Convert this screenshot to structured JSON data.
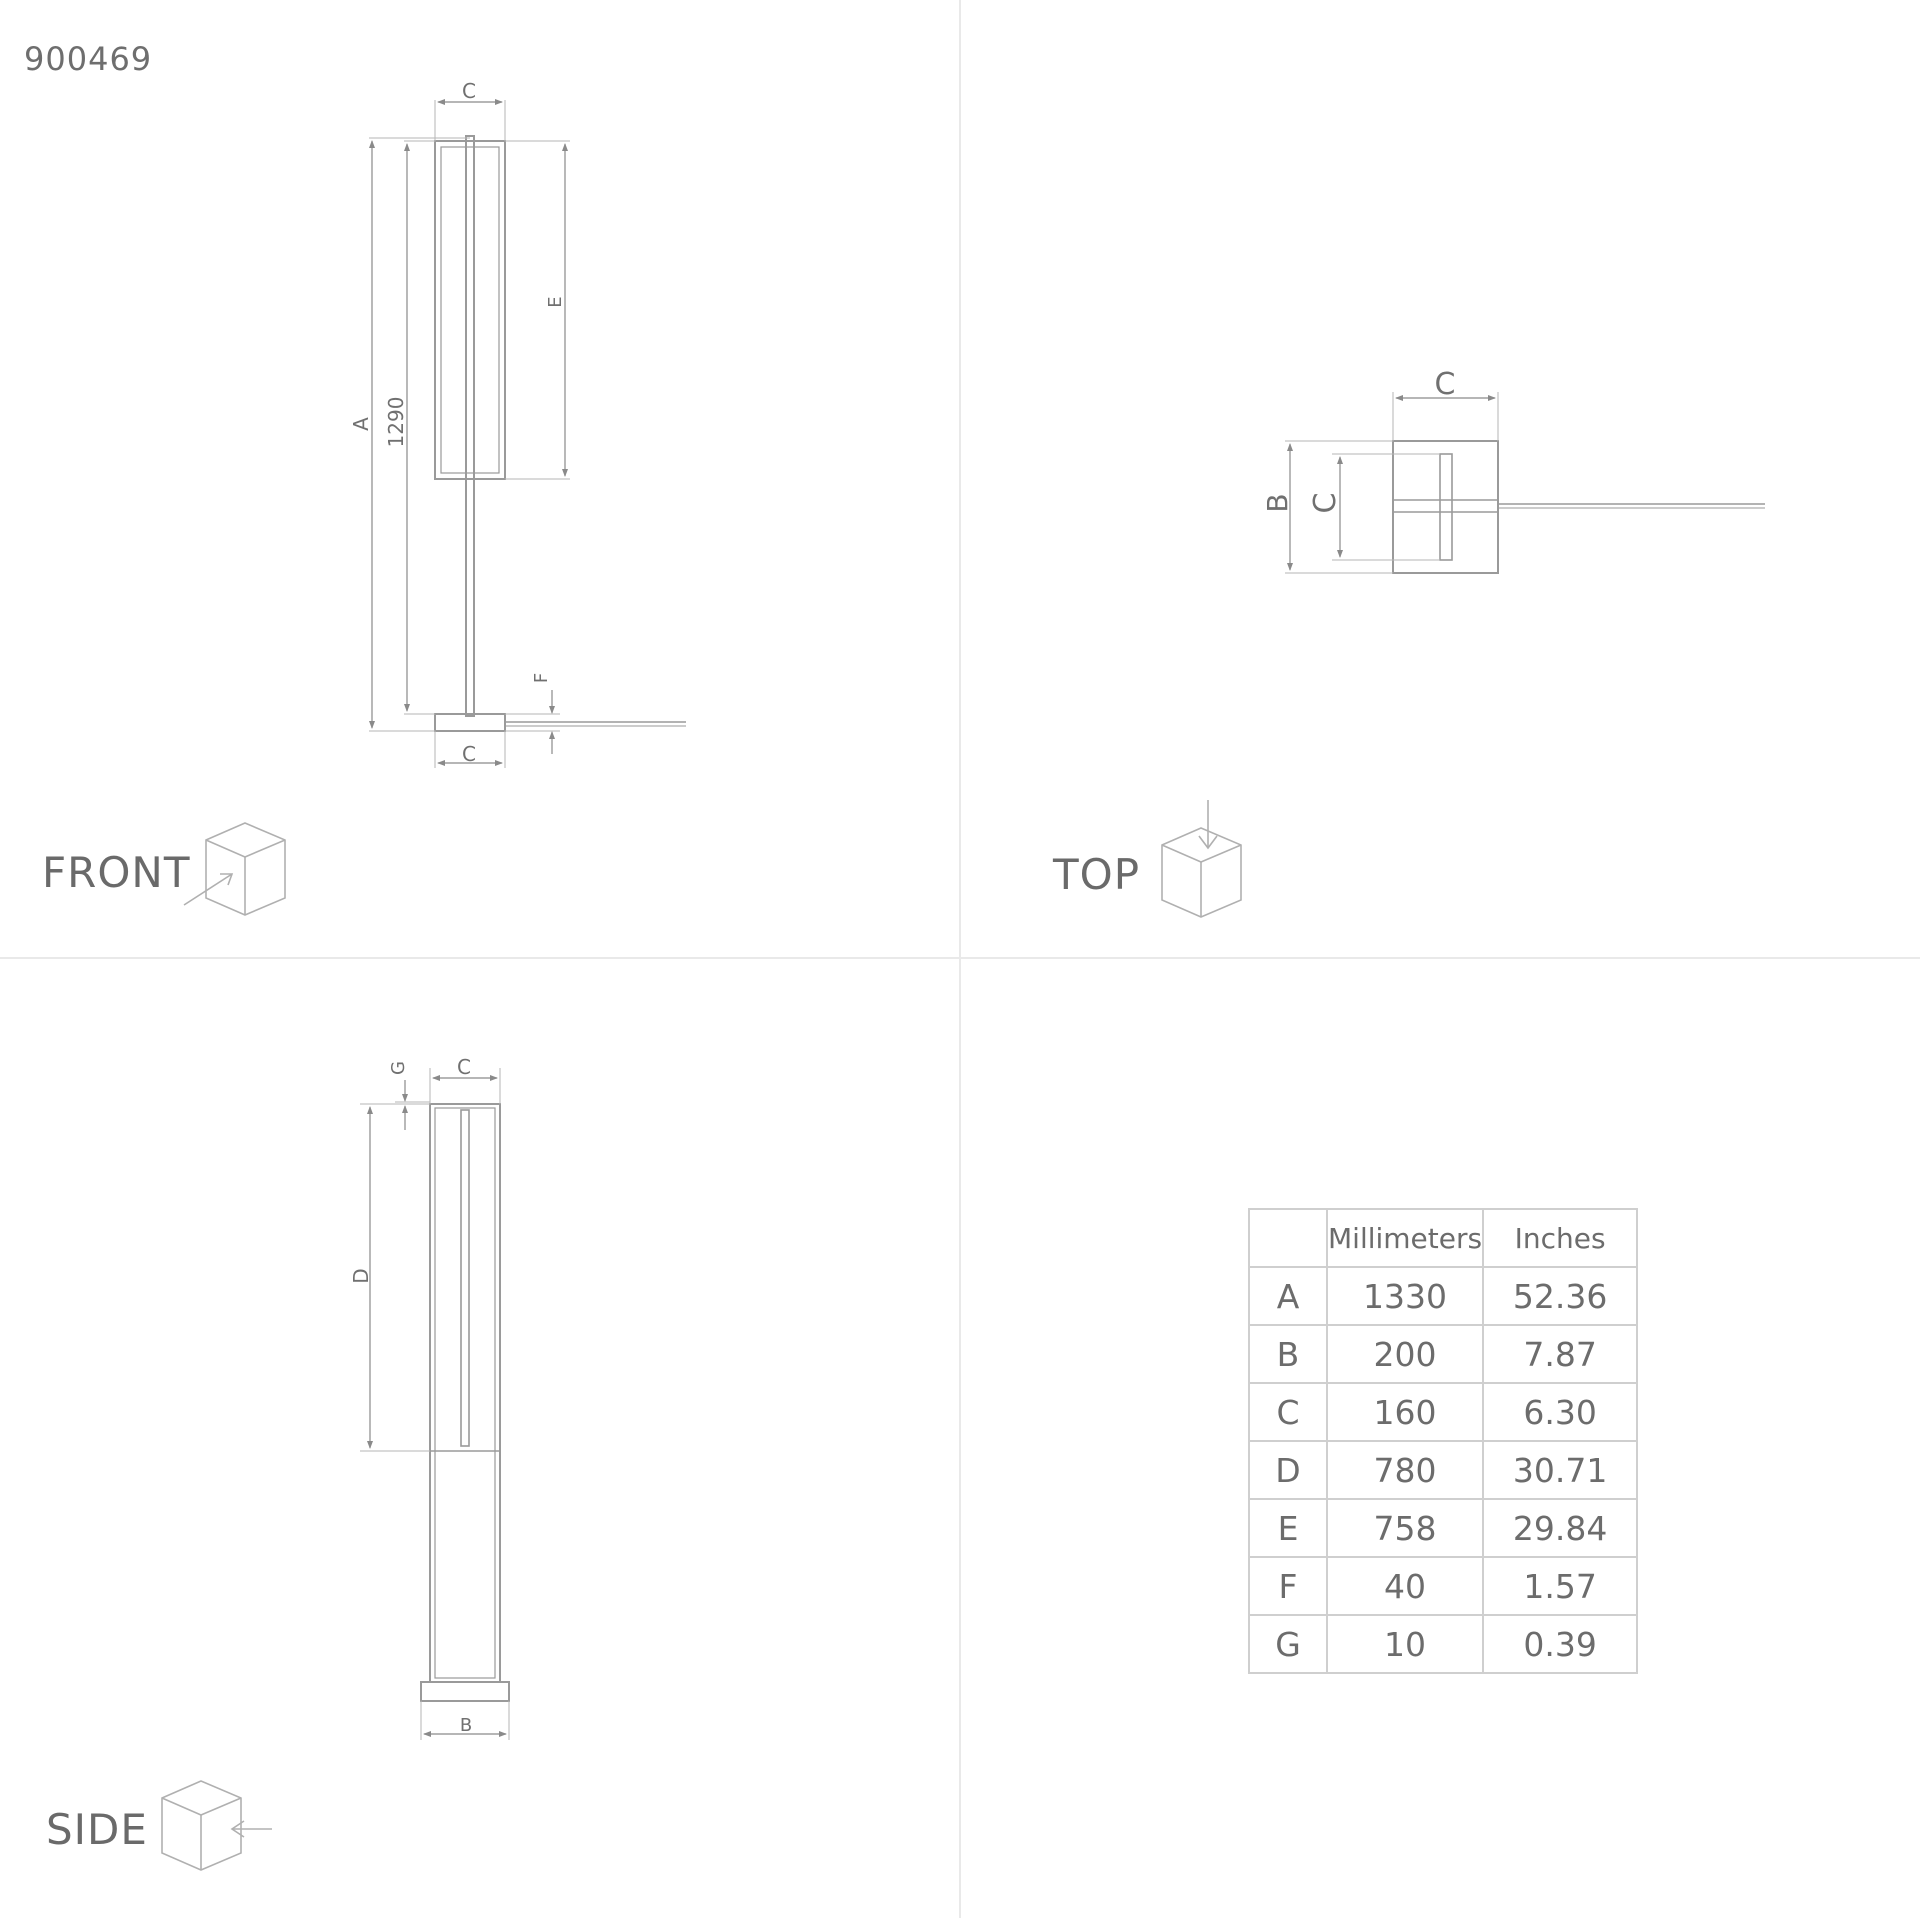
{
  "product_code": "900469",
  "views": {
    "front": {
      "label": "FRONT"
    },
    "top": {
      "label": "TOP"
    },
    "side": {
      "label": "SIDE"
    }
  },
  "front_dims": {
    "c_top": "C",
    "c_bottom": "C",
    "a": "A",
    "total": "1290",
    "e": "E",
    "f": "F"
  },
  "top_dims": {
    "c_top": "C",
    "b": "B",
    "c_side": "C"
  },
  "side_dims": {
    "g": "G",
    "c": "C",
    "d": "D",
    "b": "B"
  },
  "table": {
    "headers": [
      "",
      "Millimeters",
      "Inches"
    ],
    "rows": [
      [
        "A",
        "1330",
        "52.36"
      ],
      [
        "B",
        "200",
        "7.87"
      ],
      [
        "C",
        "160",
        "6.30"
      ],
      [
        "D",
        "780",
        "30.71"
      ],
      [
        "E",
        "758",
        "29.84"
      ],
      [
        "F",
        "40",
        "1.57"
      ],
      [
        "G",
        "10",
        "0.39"
      ]
    ]
  }
}
